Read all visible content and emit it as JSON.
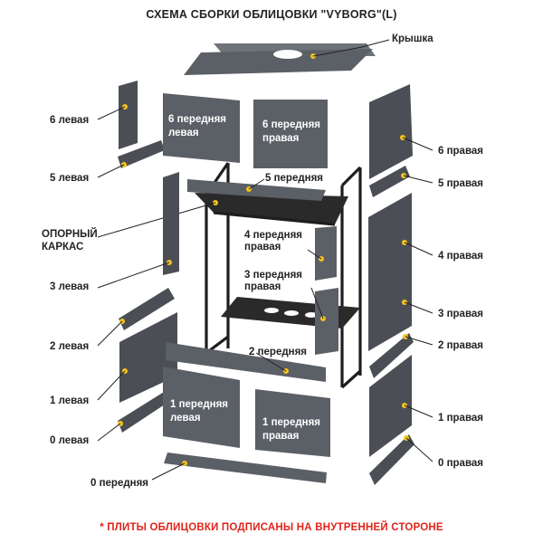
{
  "title": "СХЕМА СБОРКИ ОБЛИЦОВКИ  \"VYBORG\"(L)",
  "footnote": "* ПЛИТЫ ОБЛИЦОВКИ ПОДПИСАНЫ НА ВНУТРЕННЕЙ СТОРОНЕ",
  "labels": {
    "lid": "Крышка",
    "left6": "6 левая",
    "left5": "5 левая",
    "frame1": "ОПОРНЫЙ",
    "frame2": "КАРКАС",
    "left3": "3 левая",
    "left2": "2 левая",
    "left1": "1 левая",
    "left0": "0 левая",
    "front0": "0 передняя",
    "right6": "6 правая",
    "right5": "5 правая",
    "right4": "4 правая",
    "right3": "3 правая",
    "right2": "2 правая",
    "right1": "1 правая",
    "right0": "0 правая",
    "front5": "5 передняя",
    "front4a": "4 передняя",
    "front4b": "правая",
    "front3a": "3 передняя",
    "front3b": "правая",
    "front2": "2 передняя"
  },
  "panels": {
    "p6fl_1": "6 передняя",
    "p6fl_2": "левая",
    "p6fr_1": "6 передняя",
    "p6fr_2": "правая",
    "p1fl_1": "1 передняя",
    "p1fl_2": "левая",
    "p1fr_1": "1 передняя",
    "p1fr_2": "правая"
  },
  "colors": {
    "panel": "#5b5f66",
    "frame": "#1e1e1e",
    "marker": "#f4c320",
    "note": "#e2231a"
  }
}
